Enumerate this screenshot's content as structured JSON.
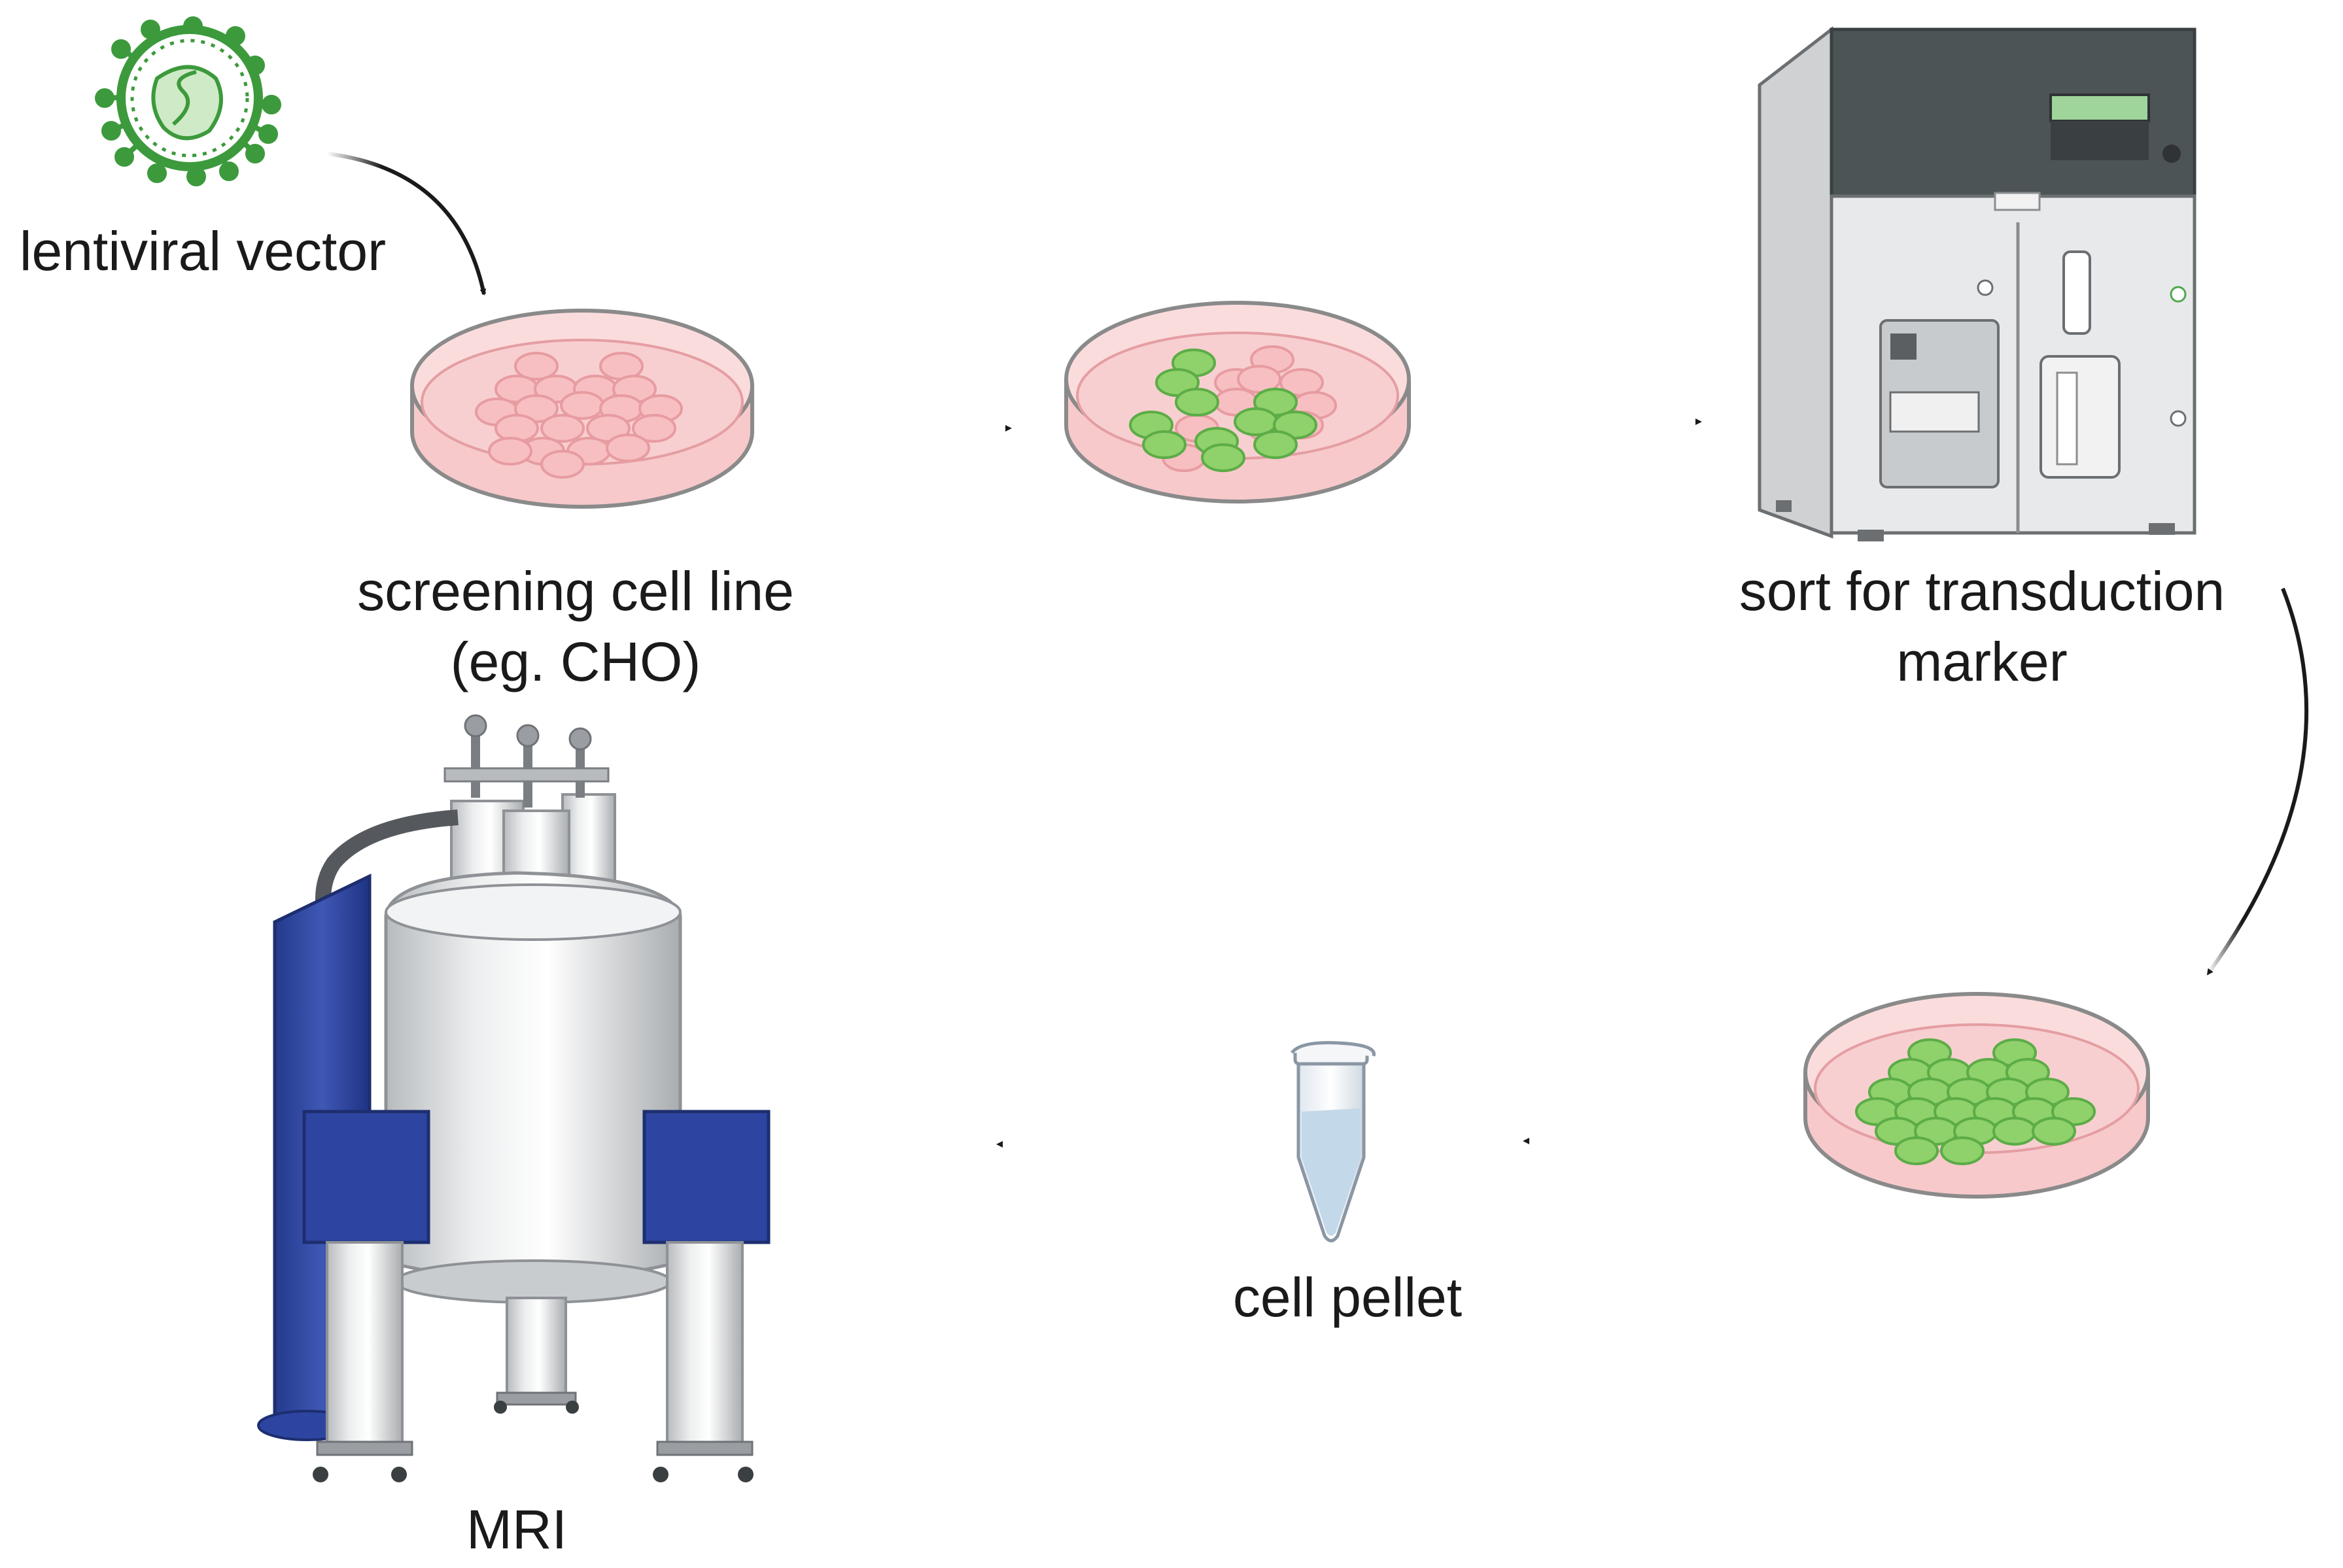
{
  "labels": {
    "lentiviral_vector": "lentiviral vector",
    "screening_line1": "screening cell line",
    "screening_line2": "(eg. CHO)",
    "sort_line1": "sort for transduction",
    "sort_line2": "marker",
    "cell_pellet": "cell pellet",
    "mri": "MRI"
  },
  "colors": {
    "virus_green": "#3c9a3c",
    "dish_pink": "#f7c9cb",
    "cell_pink": "#f3a9ad",
    "cell_green": "#8fd16a",
    "arrow": "#1a1a1a",
    "mri_blue": "#2d45a0",
    "machine_dark": "#4d5456",
    "machine_light": "#e8e9ea",
    "display_green": "#9fd49a"
  },
  "icons": [
    "virus-icon",
    "petri-dish-icon",
    "cell-sorter-icon",
    "microcentrifuge-tube-icon",
    "mri-magnet-icon",
    "arrow-icon"
  ]
}
